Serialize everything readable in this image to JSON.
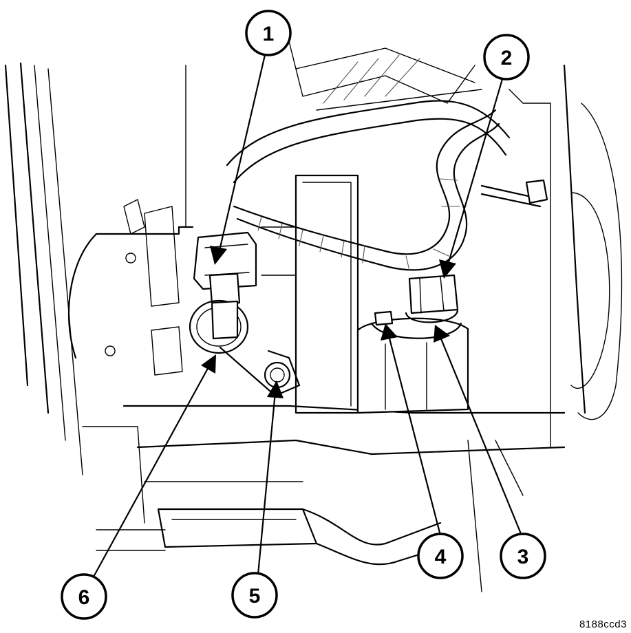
{
  "callouts": [
    {
      "id": "1",
      "label": "1"
    },
    {
      "id": "2",
      "label": "2"
    },
    {
      "id": "3",
      "label": "3"
    },
    {
      "id": "4",
      "label": "4"
    },
    {
      "id": "5",
      "label": "5"
    },
    {
      "id": "6",
      "label": "6"
    }
  ],
  "figure_code": "8188ccd3"
}
